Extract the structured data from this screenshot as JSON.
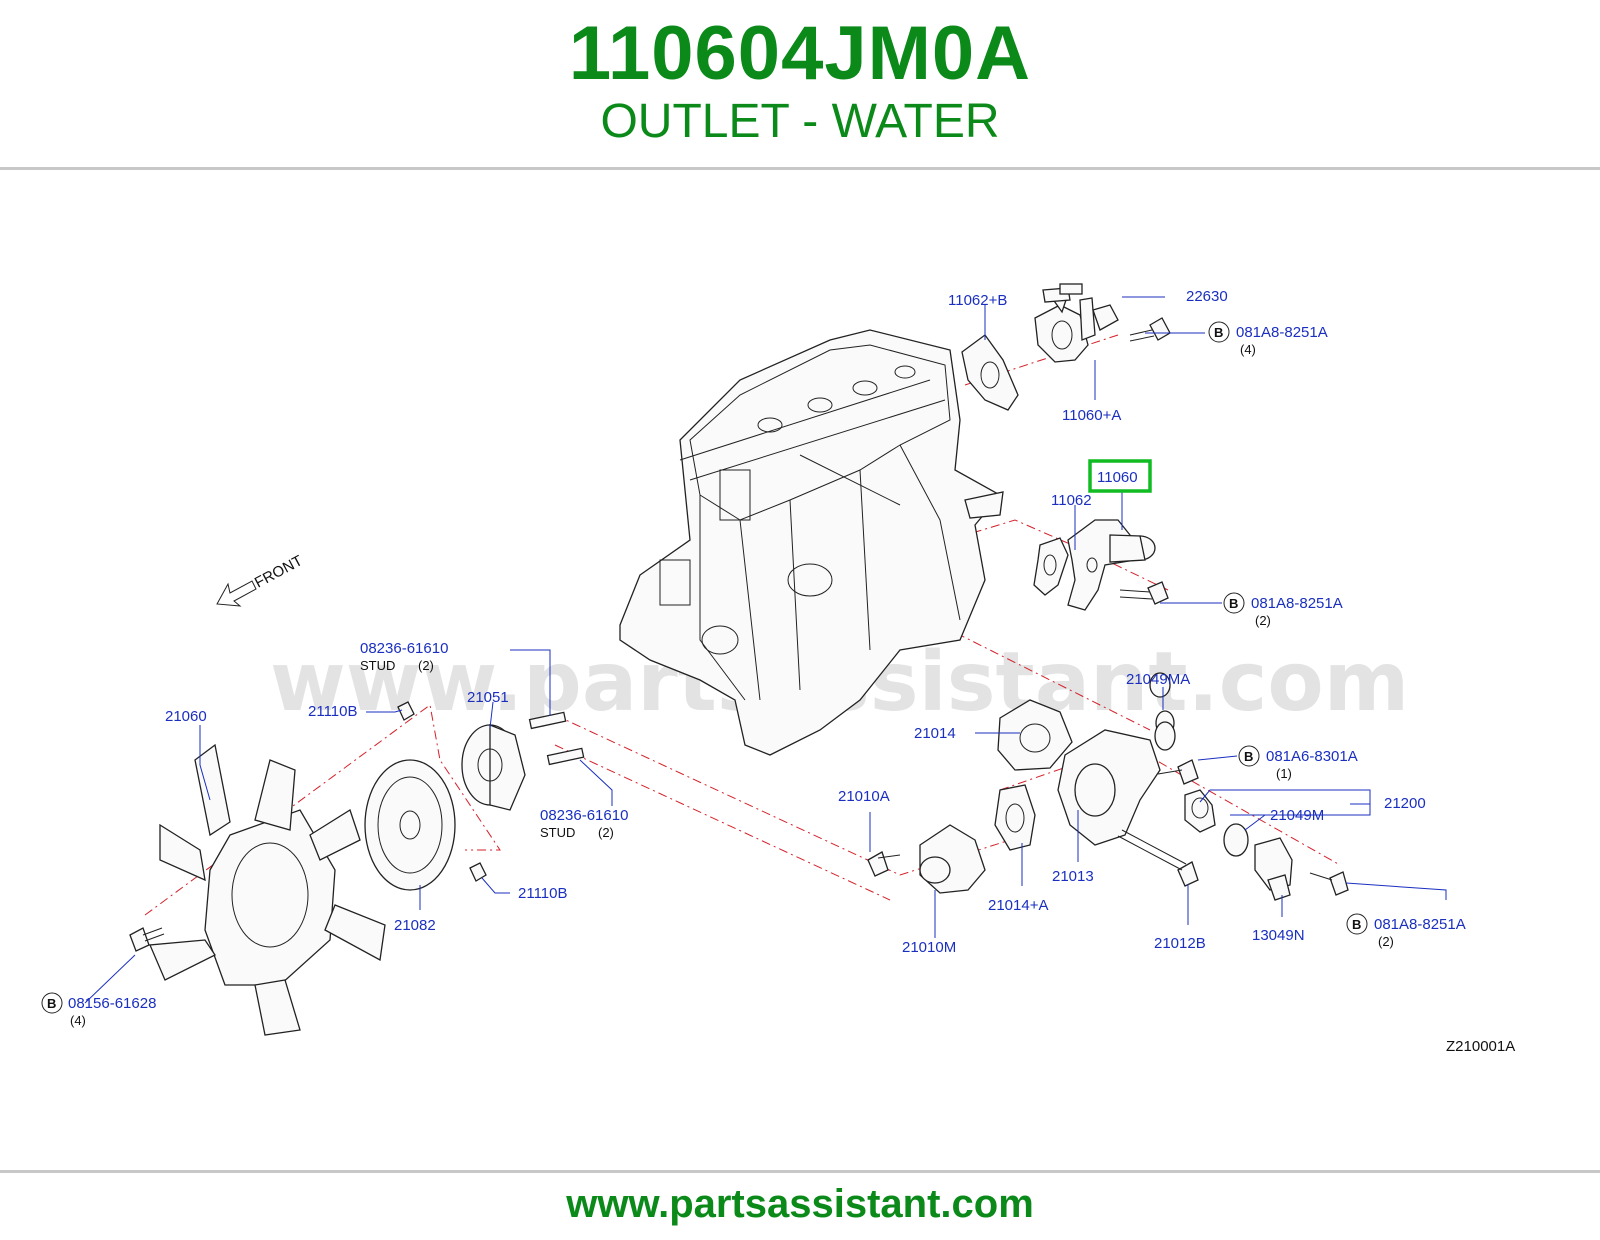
{
  "header": {
    "part_number": "110604JM0A",
    "part_name": "OUTLET - WATER"
  },
  "watermark": "www.partsassistant.com",
  "footer": {
    "url": "www.partsassistant.com"
  },
  "diagram": {
    "code": "Z210001A",
    "front_label": "FRONT",
    "highlighted_part": "11060",
    "labels": {
      "p22630": "22630",
      "p11062b": "11062+B",
      "p11060a": "11060+A",
      "p11060": "11060",
      "p11062": "11062",
      "p21049ma": "21049MA",
      "p21014": "21014",
      "p21200": "21200",
      "p21049m": "21049M",
      "p21010a": "21010A",
      "p21013": "21013",
      "p21014a": "21014+A",
      "p21012b": "21012B",
      "p13049n": "13049N",
      "p21010m": "21010M",
      "p21060": "21060",
      "p21110b_top": "21110B",
      "p21051": "21051",
      "p21082": "21082",
      "p21110b_bot": "21110B",
      "stud_top": "08236-61610",
      "stud_bot": "08236-61610"
    },
    "bolts": [
      {
        "mark": "B",
        "code": "081A8-8251A",
        "qty": "(4)"
      },
      {
        "mark": "B",
        "code": "081A8-8251A",
        "qty": "(2)"
      },
      {
        "mark": "B",
        "code": "081A6-8301A",
        "qty": "(1)"
      },
      {
        "mark": "B",
        "code": "081A8-8251A",
        "qty": "(2)"
      },
      {
        "mark": "B",
        "code": "08156-61628",
        "qty": "(4)"
      }
    ],
    "studs": [
      {
        "word": "STUD",
        "qty": "(2)"
      },
      {
        "word": "STUD",
        "qty": "(2)"
      }
    ]
  },
  "colors": {
    "brand_green": "#0b8a1a",
    "label_blue": "#1a2fc0",
    "dash_red": "#d4212a",
    "highlight_green": "#11bb22"
  }
}
